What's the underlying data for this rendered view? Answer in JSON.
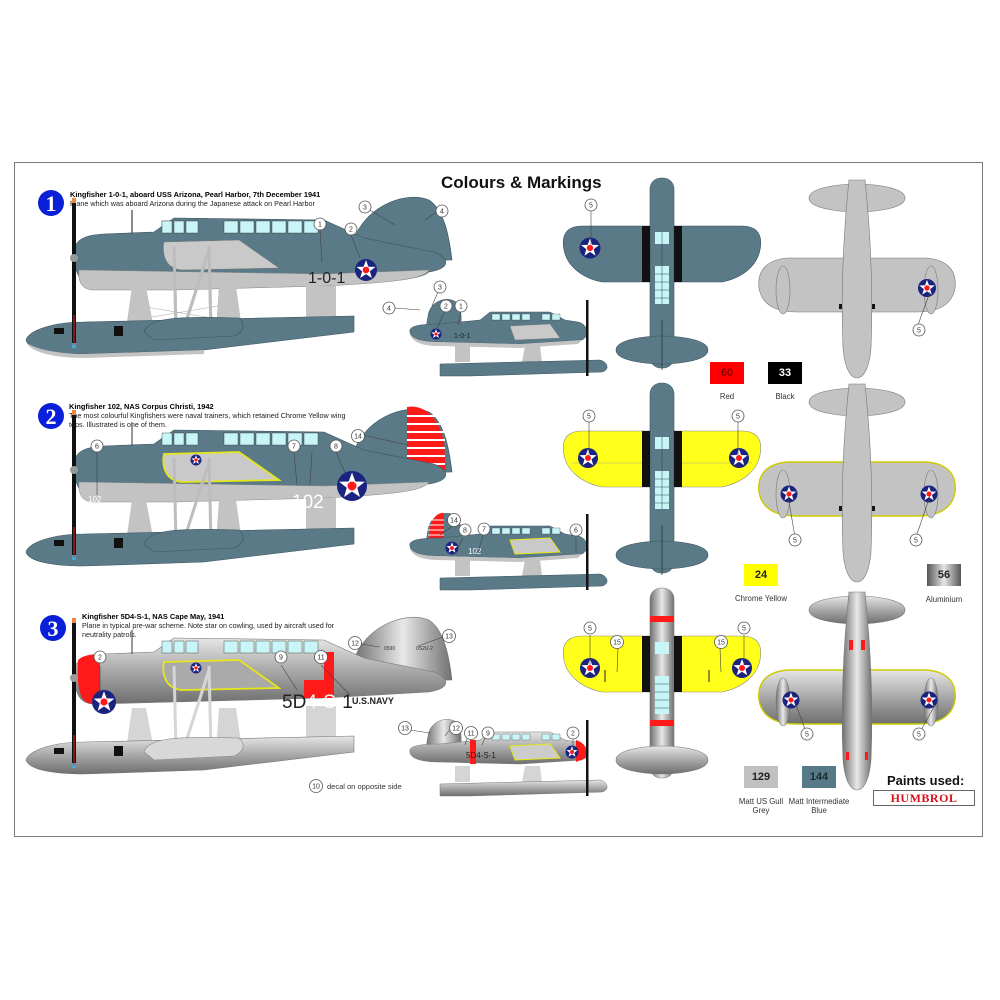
{
  "title": "Colours & Markings",
  "schemes": [
    {
      "number": "1",
      "heading": "Kingfisher 1-0-1, aboard USS Arizona, Pearl Harbor, 7th December 1941",
      "description": "Plane which was aboard Arizona during the Japanese attack on Pearl Harbor",
      "code": "1-0-1",
      "callouts": [
        "1",
        "2",
        "3",
        "4",
        "5"
      ]
    },
    {
      "number": "2",
      "heading": "Kingfisher 102, NAS Corpus Christi, 1942",
      "description": "The most colourful Kingfishers were naval trainers, which retained Chrome Yellow wing tops. Illustrated is one of them.",
      "code": "102",
      "callouts": [
        "5",
        "6",
        "7",
        "8",
        "14"
      ]
    },
    {
      "number": "3",
      "heading": "Kingfisher 5D4-S-1, NAS Cape May, 1941",
      "description": "Plane in typical pre-war scheme. Note star on cowling, used by aircraft used for neutrality patrols.",
      "code_prefix": "5D",
      "code_highlight": "4-S-",
      "code_suffix": "1",
      "navy_text": "U.S.NAVY",
      "callouts": [
        "2",
        "5",
        "9",
        "11",
        "12",
        "13",
        "15"
      ],
      "decal_note_number": "10",
      "decal_note": "decal on opposite side"
    }
  ],
  "paints": [
    {
      "code": "60",
      "name": "Red",
      "color": "#ff0000",
      "text_color": "#8a0000"
    },
    {
      "code": "33",
      "name": "Black",
      "color": "#000000",
      "text_color": "#ffffff"
    },
    {
      "code": "24",
      "name": "Chrome Yellow",
      "color": "#ffff00",
      "text_color": "#222222"
    },
    {
      "code": "56",
      "name": "Aluminium",
      "color": "#8d8d8d",
      "text_color": "#222222"
    },
    {
      "code": "129",
      "name": "Matt US Gull Grey",
      "color": "#c0c0c0",
      "text_color": "#222222"
    },
    {
      "code": "144",
      "name": "Matt Intermediate Blue",
      "color": "#577a88",
      "text_color": "#1a2a30"
    }
  ],
  "paints_used_label": "Paints used:",
  "brand": "HUMBROL",
  "colors": {
    "blue_grey": "#5a7a88",
    "light_grey": "#c3c3c3",
    "yellow": "#ffff1a",
    "insignia_blue": "#1a237e",
    "red": "#ff1a1a",
    "glass": "#c8f6f8"
  }
}
